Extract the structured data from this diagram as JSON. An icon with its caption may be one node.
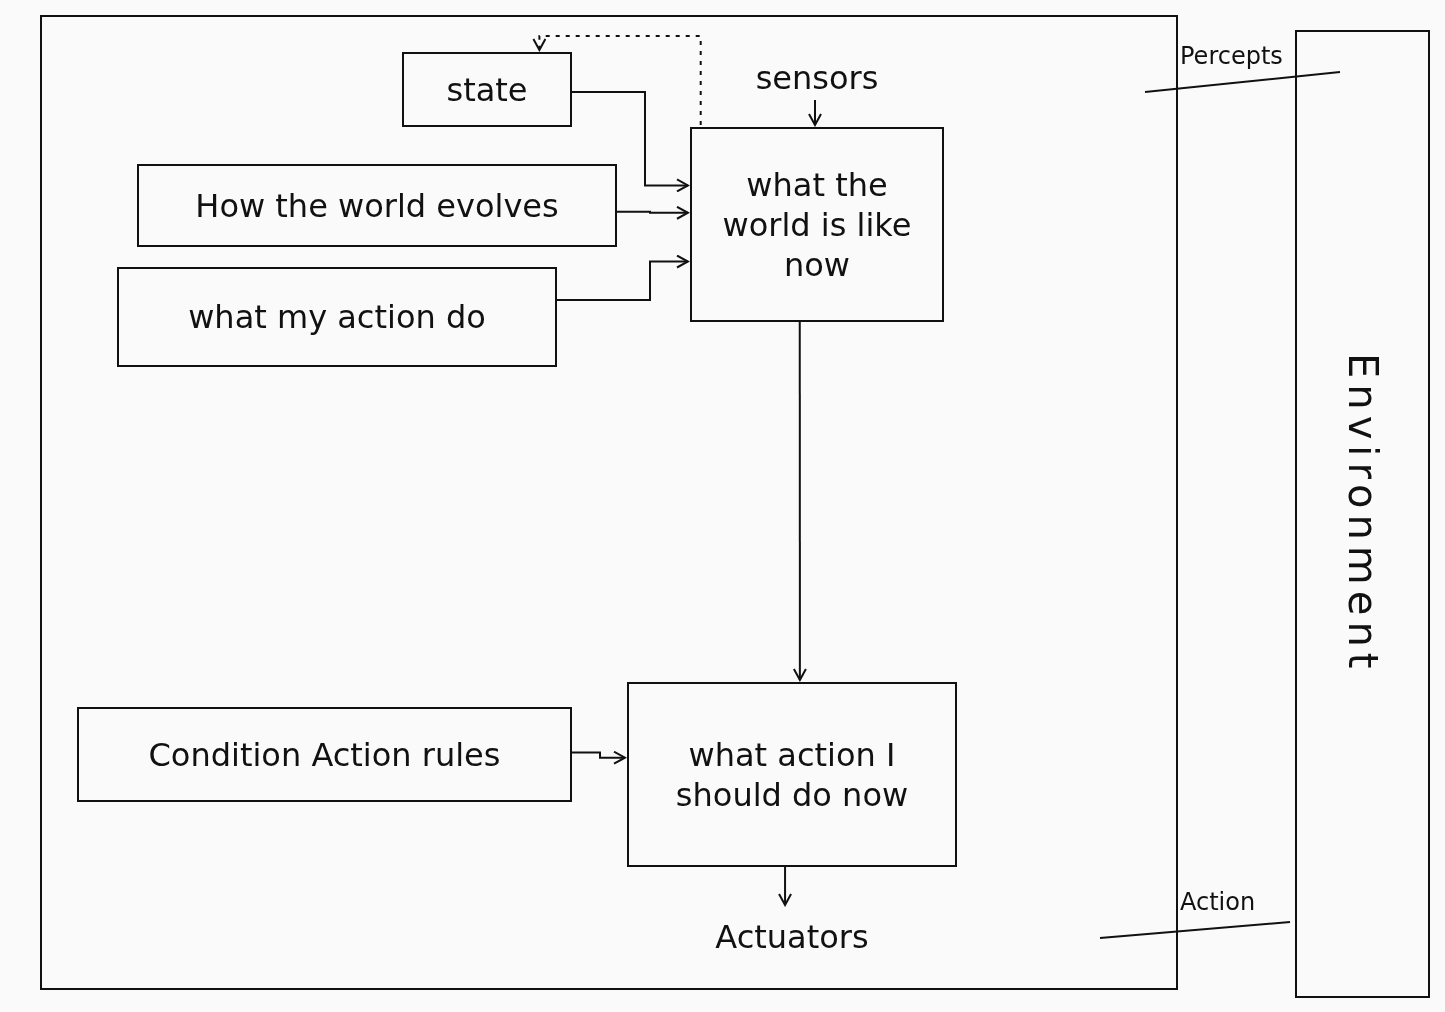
{
  "diagram": {
    "nodes": [
      {
        "text": [],
        "shape": "box"
      },
      {
        "text": [
          "state"
        ],
        "in": 0
      },
      {
        "text": [
          "sensors"
        ],
        "in": 0
      },
      {
        "text": [
          "How the world evolves"
        ],
        "in": 0
      },
      {
        "text": [
          "what my action do"
        ],
        "in": 0
      },
      {
        "text": [
          "what the world is like now"
        ],
        "in": 0
      },
      {
        "text": [
          "Condition Action rules"
        ],
        "in": 0
      },
      {
        "text": [
          "what action I should do now"
        ],
        "in": 0
      },
      {
        "text": [
          "Actuators"
        ],
        "in": 0
      },
      {
        "text": [
          "Environment"
        ]
      }
    ],
    "edges": [
      {
        "from": 1,
        "to": 5,
        "arrow": "to"
      },
      {
        "from": 3,
        "to": 5,
        "arrow": "to"
      },
      {
        "from": 4,
        "to": 5,
        "arrow": "to"
      },
      {
        "from": 5,
        "to": 1,
        "arrow": "to",
        "style": "dashed"
      },
      {
        "from": 2,
        "to": 5,
        "arrow": "to"
      },
      {
        "from": 5,
        "to": 7,
        "arrow": "to"
      },
      {
        "from": 6,
        "to": 7,
        "arrow": "to"
      },
      {
        "from": 7,
        "to": 8,
        "arrow": "to"
      }
    ],
    "labels": [
      "Percepts",
      "Action"
    ]
  }
}
